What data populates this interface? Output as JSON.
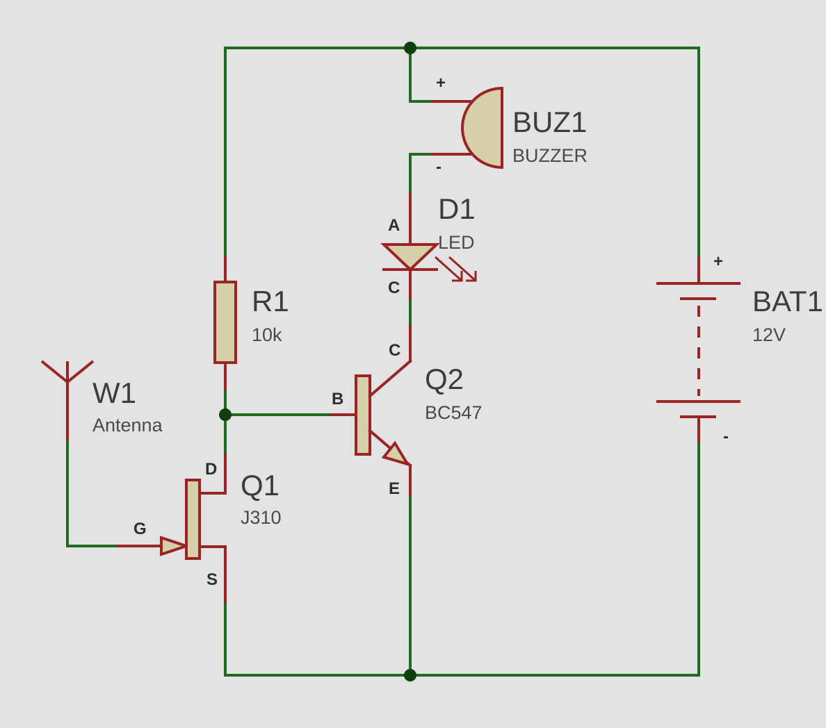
{
  "components": {
    "buz1": {
      "ref": "BUZ1",
      "value": "BUZZER",
      "pin_plus": "+",
      "pin_minus": "-"
    },
    "d1": {
      "ref": "D1",
      "value": "LED",
      "pin_a": "A",
      "pin_c": "C"
    },
    "r1": {
      "ref": "R1",
      "value": "10k"
    },
    "q2": {
      "ref": "Q2",
      "value": "BC547",
      "pin_b": "B",
      "pin_c": "C",
      "pin_e": "E"
    },
    "q1": {
      "ref": "Q1",
      "value": "J310",
      "pin_g": "G",
      "pin_d": "D",
      "pin_s": "S"
    },
    "w1": {
      "ref": "W1",
      "value": "Antenna"
    },
    "bat1": {
      "ref": "BAT1",
      "value": "12V",
      "pin_plus": "+",
      "pin_minus": "-"
    }
  },
  "colors": {
    "background": "#e3e3e3",
    "wire": "#1e6a1e",
    "component_lead": "#9a2424",
    "component_fill": "#d6cfa9",
    "junction": "#0f3f0f"
  }
}
